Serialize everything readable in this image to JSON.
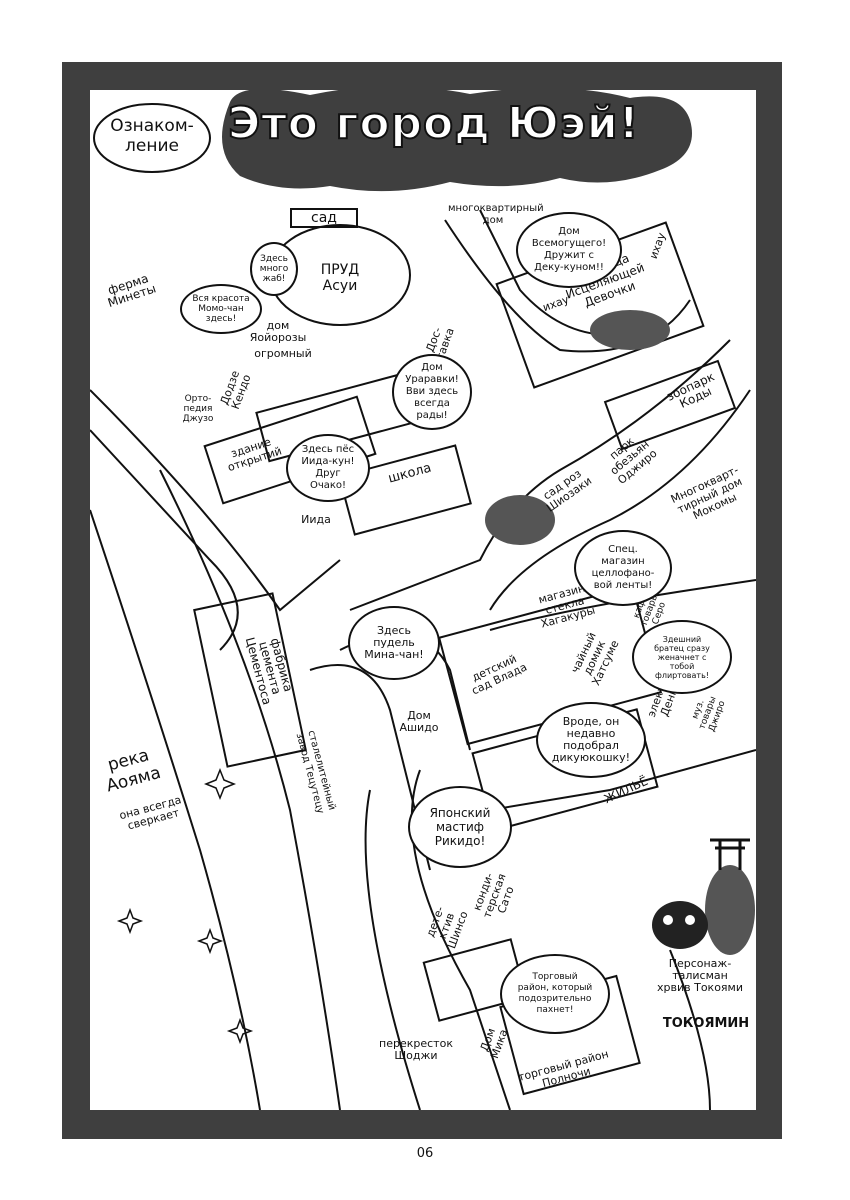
{
  "header": {
    "intro_label": "Ознаком-\nление",
    "title": "Это город Юэй!"
  },
  "places": {
    "garden": "сад",
    "pond": "ПРУД\nАсуи",
    "apartment": "многоквартирный\nдом",
    "farm": "ферма\nМинеты",
    "yaoyorozu_house": "дом\nЯойорозы",
    "huge": "огромный",
    "delivery": "Дос-\nтавка",
    "orthopedics": "Орто-\nпедия\nДжузо",
    "kendo_house": "Додзе\nКендо",
    "card_building": "здание\nоткрытий",
    "iida": "Иида",
    "school": "школа",
    "hospital": "больница\nИсцеляющей\nДевочки",
    "ihau_left": "ихау",
    "ihau_right": "ихау",
    "zoo": "зоопарк\nКоды",
    "monkey_park": "парк\nобезьян\nОджиро",
    "shinozaki_garden": "сад роз\nШиозаки",
    "momo_apartment": "Многокварт-\nтирный дом\nМокомы",
    "glass_shop": "магазин\nстекла\nХагакуры",
    "tea_house": "чайный\nдомик\nХатсуме",
    "kamichan": "кафе\nтовары\nСеро",
    "denki": "электро\nДенки",
    "jiro": "муз.\nтовары\nДжиро",
    "kindergarten": "детский\nсад Влада",
    "cement_factory": "фабрика\nцемента\nЦементоса",
    "steel_factory": "сталелитейный\nзавод Тецутецу",
    "ashido_house": "Дом\nАшидо",
    "housing": "ЖИЛЬЁ",
    "shinso": "дете-\nктив\nШинсо",
    "sato": "конди-\nтерская\nСато",
    "mika_house": "Дом\nМика",
    "night_market": "торговый район\nПолночи",
    "shoji_crossing": "перекресток\nШоджи",
    "river": "река\nАояма",
    "river_note": "она всегда\nсверкает",
    "tokoyami_caption": "Персонаж-\nталисман\nхрвив Токоями",
    "tokoyami_sign": "ТОКОЯМИН"
  },
  "bubbles": {
    "frogs": "Здесь\nмного\nжаб!",
    "momo": "Вся красота\nМомо-чан\nздесь!",
    "almighty": "Дом\nВсемогущего!\nДружит с\nДеку-куном!!",
    "uraraka": "Дом\nУраравки!\nВви здесь\nвсегда\nрады!",
    "iida_dog": "Здесь пёс\nИида-кун!\nДруг\nОчако!",
    "tape_shop": "Спец.\nмагазин\nцеллофано-\nвой ленты!",
    "poodle": "Здесь\nпудель\nМина-чан!",
    "flirt": "Здешний\nбратец сразу\nженачнет с\nтобой\nфлиртовать!",
    "kitten": "Вроде, он\nнедавно\nподобрал\nдикуюкошку!",
    "mastiff": "Японский\nмастиф\nРикидо!",
    "shopping": "Торговый\nрайон, который\nподозрительно\nпахнет!"
  },
  "footer": {
    "page_number": "06"
  },
  "colors": {
    "frame": "#3f3f3f",
    "ink": "#111111",
    "paper": "#ffffff"
  }
}
